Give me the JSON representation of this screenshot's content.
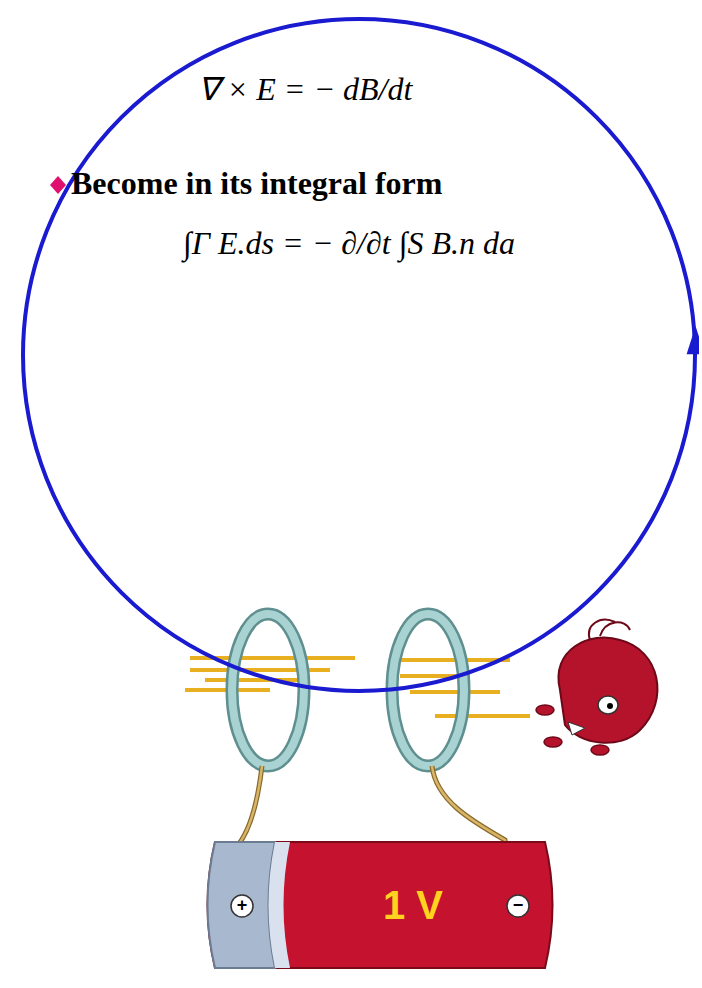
{
  "diagram": {
    "nodes": [
      {
        "text": [
          "∇ × E = − dB/dt",
          "Become in its integral form",
          "∫Γ E.ds = − ∂/∂t ∫S B.n da"
        ]
      },
      {
        "text": [
          "1 V"
        ]
      }
    ],
    "labels": [
      "+",
      "−"
    ]
  }
}
